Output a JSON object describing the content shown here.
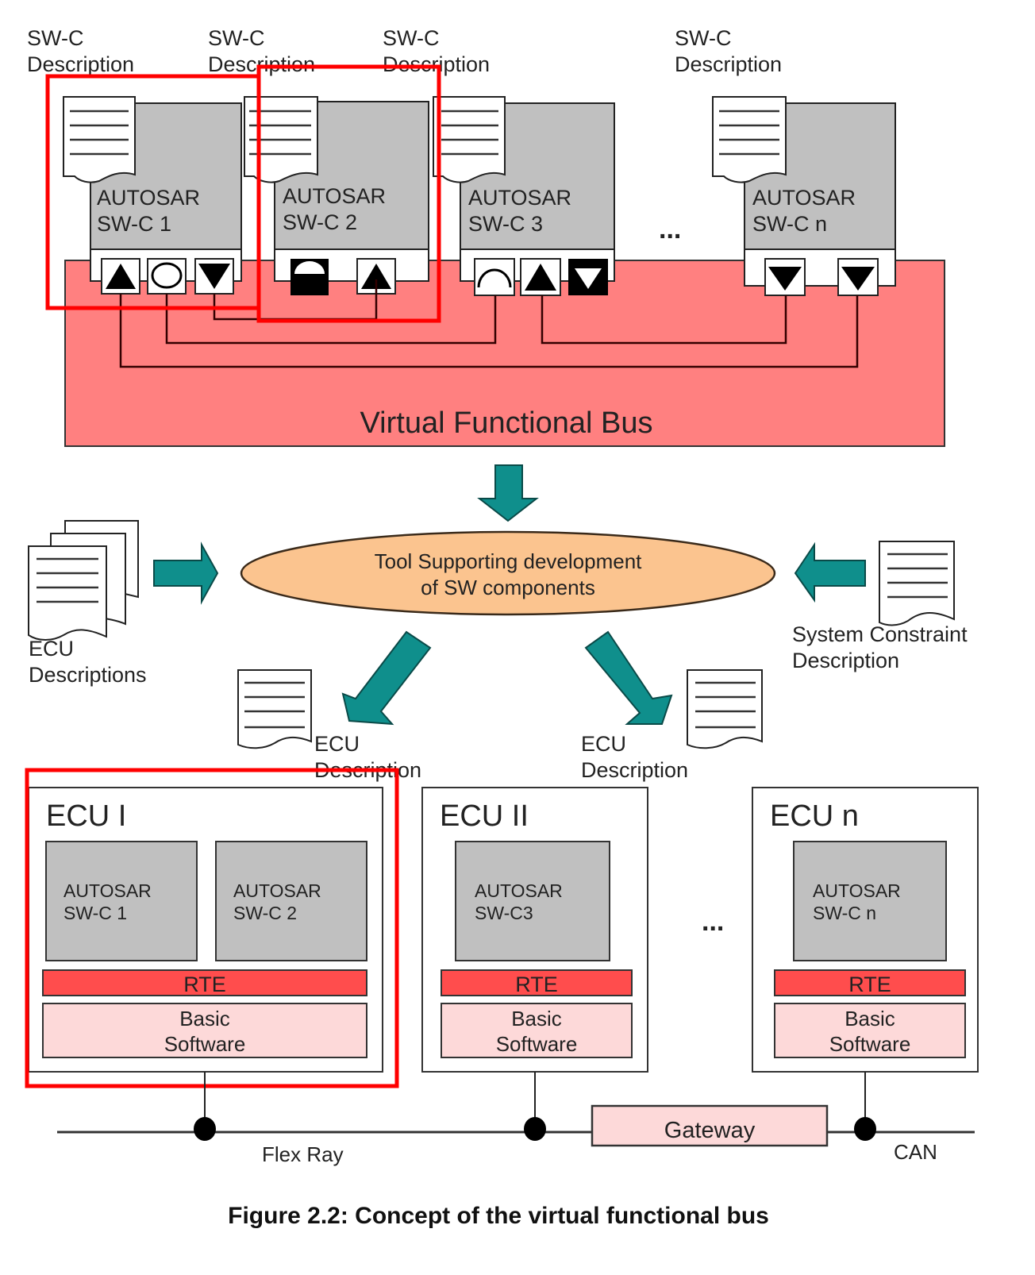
{
  "figure": {
    "caption": "Figure 2.2: Concept of the virtual functional bus",
    "colors": {
      "vfb_fill": "#ff8080",
      "component_gray": "#c0c0c0",
      "teal_arrow": "#0f8f8c",
      "tool_ellipse": "#fbc48f",
      "rte_fill": "#ff4d4d",
      "bsw_fill": "#fdd9d9",
      "gateway_fill": "#fdd9d9",
      "highlight_red": "#ff0000"
    }
  },
  "top_section": {
    "swc_description_labels": [
      [
        "SW-C",
        "Description"
      ],
      [
        "SW-C",
        "Description"
      ],
      [
        "SW-C",
        "Description"
      ],
      [
        "SW-C",
        "Description"
      ]
    ],
    "components": [
      {
        "line1": "AUTOSAR",
        "line2": "SW-C 1",
        "ports": [
          "triangle-up",
          "circle",
          "triangle-down"
        ]
      },
      {
        "line1": "AUTOSAR",
        "line2": "SW-C 2",
        "ports": [
          "half-circle-filled",
          "triangle-up"
        ]
      },
      {
        "line1": "AUTOSAR",
        "line2": "SW-C 3",
        "ports": [
          "arc",
          "triangle-up",
          "triangle-down-inverted"
        ]
      },
      {
        "line1": "AUTOSAR",
        "line2": "SW-C n",
        "ports": [
          "triangle-down",
          "triangle-down"
        ]
      }
    ],
    "ellipsis": "...",
    "vfb_label": "Virtual Functional Bus"
  },
  "middle_section": {
    "tool_label": [
      "Tool Supporting development",
      "of SW components"
    ],
    "ecu_descriptions_label": [
      "ECU",
      "Descriptions"
    ],
    "system_constraint_label": [
      "System Constraint",
      "Description"
    ],
    "ecu_description_left": [
      "ECU",
      "Description"
    ],
    "ecu_description_right": [
      "ECU",
      "Description"
    ]
  },
  "bottom_section": {
    "ecus": [
      {
        "title": "ECU I",
        "components": [
          [
            "AUTOSAR",
            "SW-C 1"
          ],
          [
            "AUTOSAR",
            "SW-C 2"
          ]
        ],
        "rte": "RTE",
        "bsw": [
          "Basic",
          "Software"
        ]
      },
      {
        "title": "ECU II",
        "components": [
          [
            "AUTOSAR",
            "SW-C3"
          ]
        ],
        "rte": "RTE",
        "bsw": [
          "Basic",
          "Software"
        ]
      },
      {
        "title": "ECU n",
        "components": [
          [
            "AUTOSAR",
            "SW-C n"
          ]
        ],
        "rte": "RTE",
        "bsw": [
          "Basic",
          "Software"
        ]
      }
    ],
    "ellipsis": "...",
    "gateway_label": "Gateway",
    "bus_left_label": "Flex Ray",
    "bus_right_label": "CAN"
  }
}
